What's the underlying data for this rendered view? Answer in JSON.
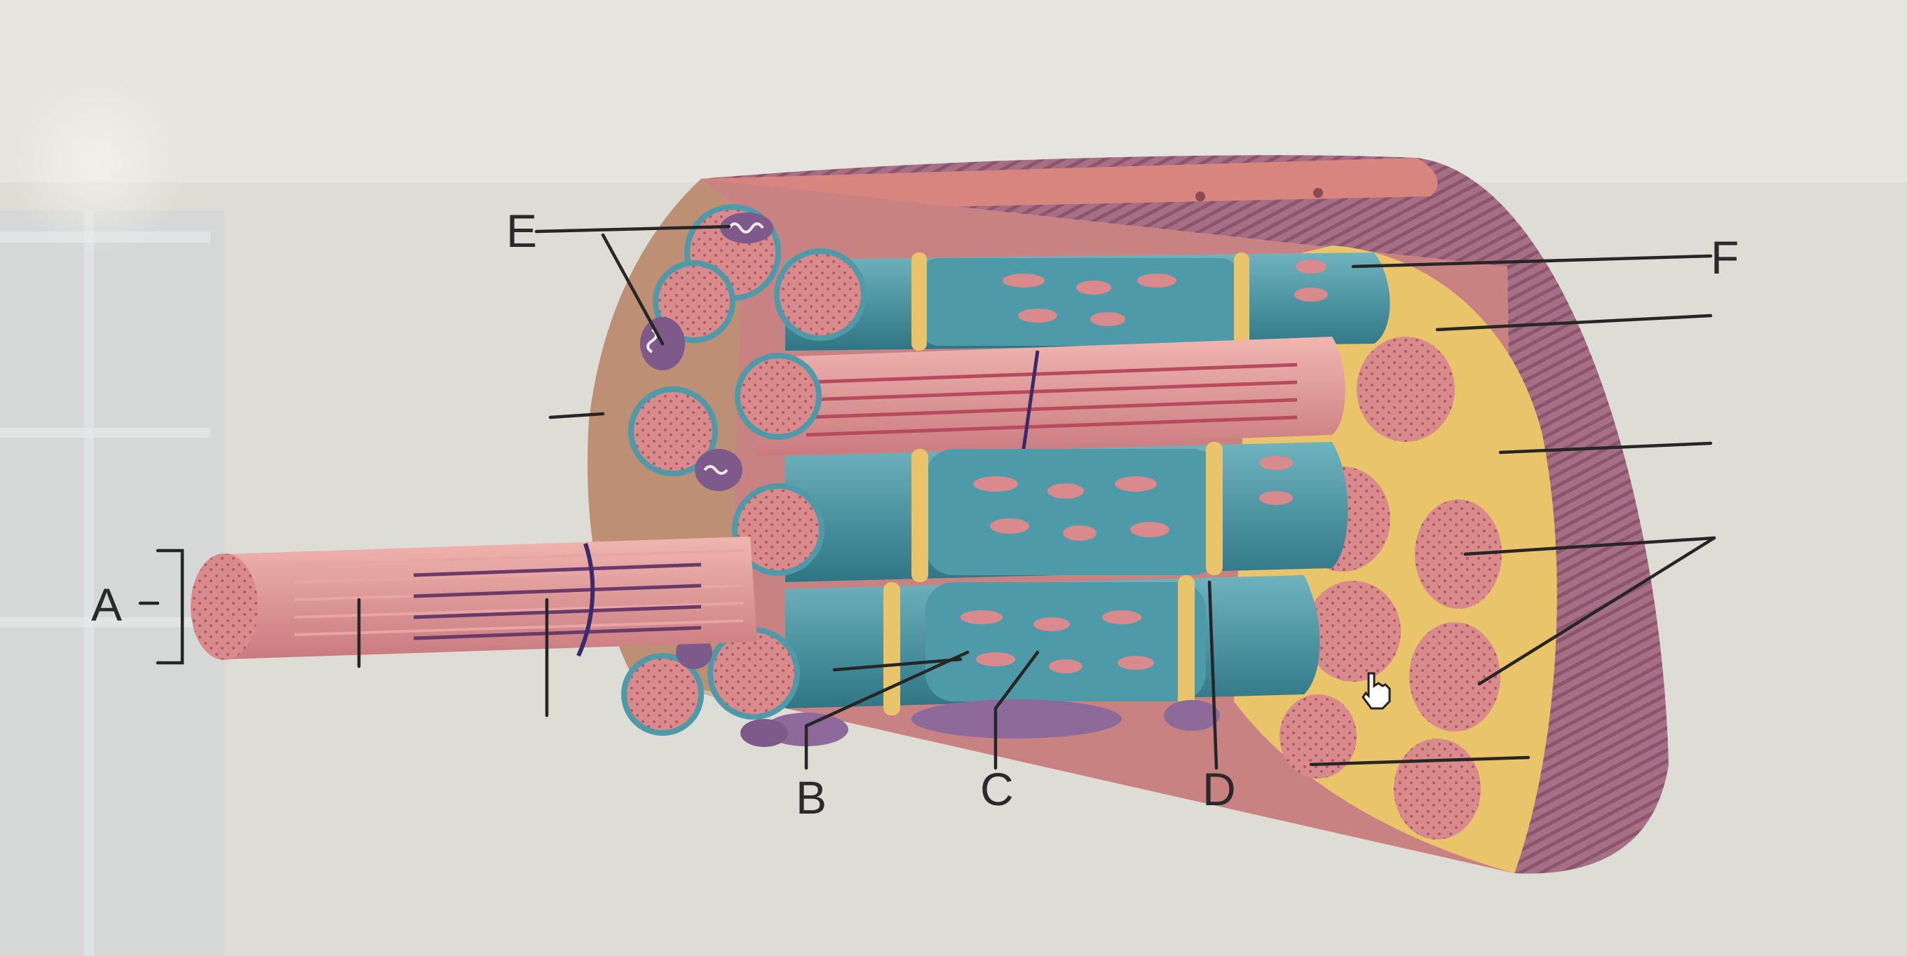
{
  "diagram": {
    "labels": {
      "a": "A",
      "b": "B",
      "c": "C",
      "d": "D",
      "e": "E",
      "f": "F"
    }
  },
  "cursor": {
    "icon": "hand-pointer-icon"
  },
  "colors": {
    "perimysium": "#9c6a80",
    "muscle_fiber": "#d98a8c",
    "sarcoplasmic_reticulum": "#4f9aa8",
    "t_tubule": "#e9c46a",
    "mitochondrion": "#7e5a8a"
  }
}
